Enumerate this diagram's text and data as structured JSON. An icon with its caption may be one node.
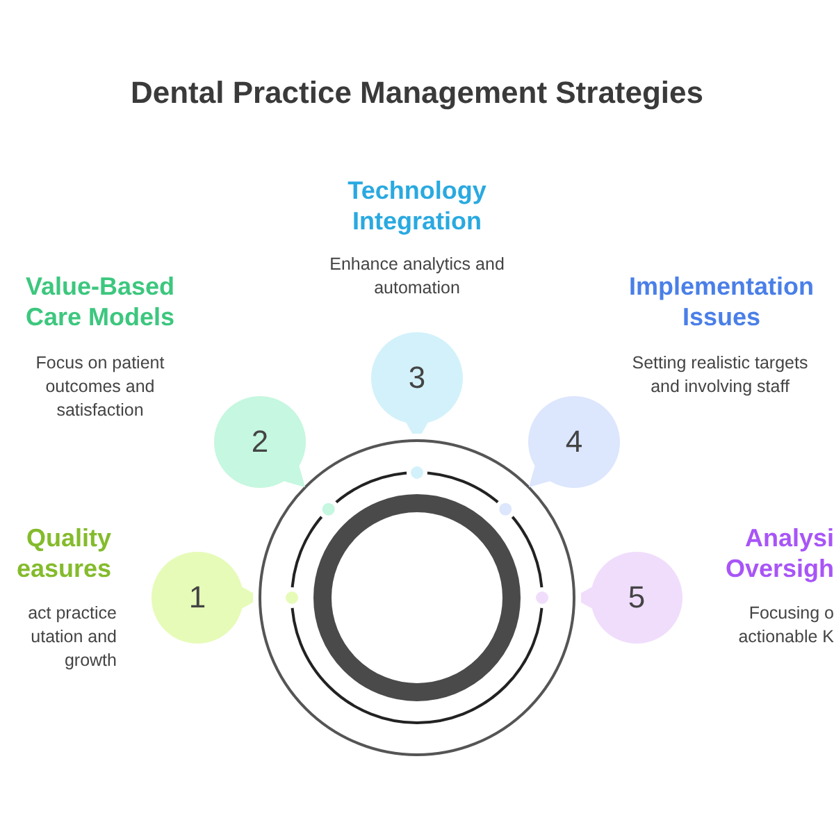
{
  "diagram": {
    "title": "Dental Practice Management Strategies",
    "nodes": [
      {
        "text": [
          "1"
        ],
        "beside": [
          "Quality easures",
          "act practice utation and growth"
        ]
      },
      {
        "text": [
          "2"
        ],
        "beside": [
          "Value-Based Care Models",
          "Focus on patient outcomes and satisfaction"
        ]
      },
      {
        "text": [
          "3"
        ],
        "beside": [
          "Technology Integration",
          "Enhance analytics and automation"
        ]
      },
      {
        "text": [
          "4"
        ],
        "beside": [
          "Implementation Issues",
          "Setting realistic targets and involving staff"
        ]
      },
      {
        "text": [
          "5"
        ],
        "beside": [
          "Analysi Oversigh",
          "Focusing o actionable K"
        ]
      }
    ]
  }
}
